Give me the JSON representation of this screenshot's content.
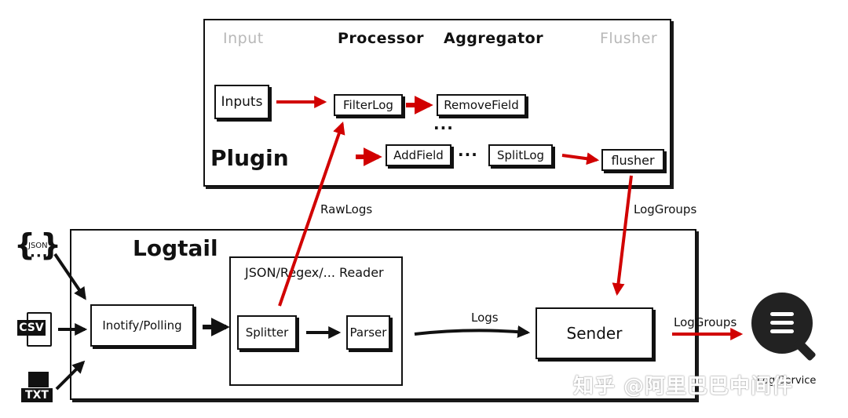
{
  "plugin": {
    "title": "Plugin",
    "stages": {
      "input": "Input",
      "processor": "Processor",
      "aggregator": "Aggregator",
      "flusher": "Flusher"
    },
    "nodes": {
      "inputs": "Inputs",
      "filterlog": "FilterLog",
      "removefield": "RemoveField",
      "addfield": "AddField",
      "splitlog": "SplitLog",
      "flusher": "flusher"
    },
    "ellipsis": "..."
  },
  "logtail": {
    "title": "Logtail",
    "reader_title": "JSON/Regex/... Reader",
    "nodes": {
      "inotify": "Inotify/Polling",
      "splitter": "Splitter",
      "parser": "Parser",
      "sender": "Sender"
    }
  },
  "inputs": {
    "json": "JSON",
    "csv": "CSV",
    "txt": "TXT"
  },
  "edges": {
    "rawlogs": "RawLogs",
    "loggroups_top": "LogGroups",
    "logs": "Logs",
    "loggroups_right": "LogGroups"
  },
  "output": {
    "label": "Log Service"
  },
  "watermark": "知乎 @阿里巴巴中间件",
  "colors": {
    "accent_arrow": "#d10000",
    "ink": "#111111",
    "muted_stage": "#b8b8b8"
  },
  "icons": {
    "service": "search-list-icon",
    "csv": "csv-file-icon",
    "txt": "txt-file-icon",
    "json": "json-braces-icon"
  }
}
